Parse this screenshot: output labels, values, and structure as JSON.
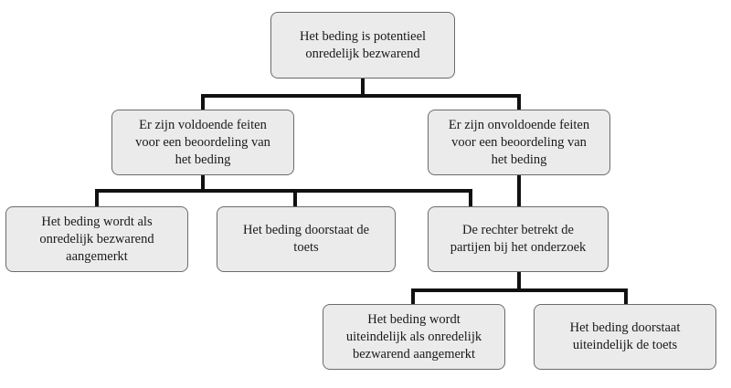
{
  "colors": {
    "box_fill": "#ebebeb",
    "box_border": "#6b6b6b",
    "connector": "#111111",
    "text": "#1a1a1a"
  },
  "nodes": {
    "root": "Het beding is potentieel\nonredelijk bezwarend",
    "enough_facts": "Er zijn voldoende feiten\nvoor een beoordeling van\nhet beding",
    "insufficient_facts": "Er zijn onvoldoende feiten\nvoor een beoordeling van\nhet beding",
    "marked_unfair": "Het beding wordt als\nonredelijk bezwarend\naangemerkt",
    "passes_test": "Het beding doorstaat de\ntoets",
    "judge_involves": "De rechter betrekt de\npartijen bij het onderzoek",
    "finally_marked_unfair": "Het beding wordt\nuiteindelijk als onredelijk\nbezwarend aangemerkt",
    "finally_passes_test": "Het beding doorstaat\nuiteindelijk de toets"
  }
}
